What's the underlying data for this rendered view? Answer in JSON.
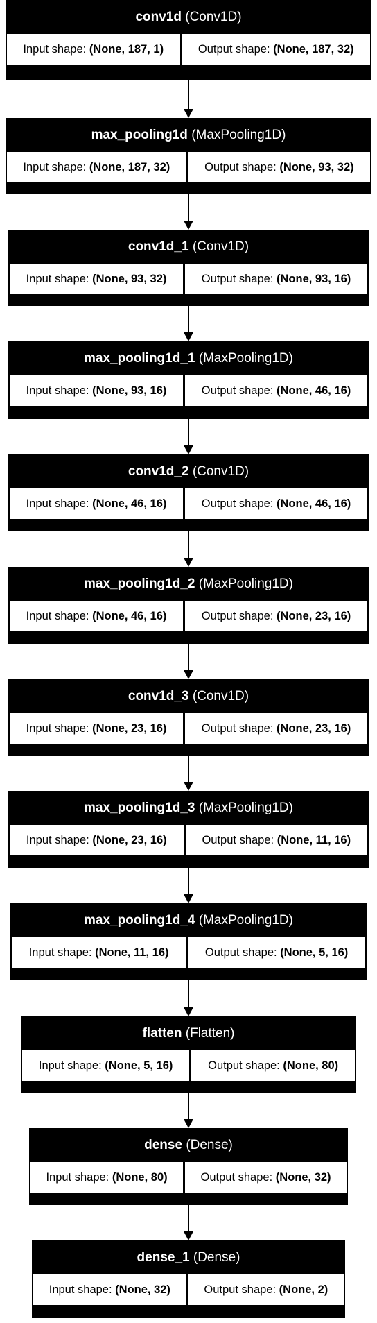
{
  "layers": [
    {
      "name": "conv1d",
      "type": "(Conv1D)",
      "input_label": "Input shape:",
      "input_shape": "(None, 187, 1)",
      "output_label": "Output shape:",
      "output_shape": "(None, 187, 32)"
    },
    {
      "name": "max_pooling1d",
      "type": "(MaxPooling1D)",
      "input_label": "Input shape:",
      "input_shape": "(None, 187, 32)",
      "output_label": "Output shape:",
      "output_shape": "(None, 93, 32)"
    },
    {
      "name": "conv1d_1",
      "type": "(Conv1D)",
      "input_label": "Input shape:",
      "input_shape": "(None, 93, 32)",
      "output_label": "Output shape:",
      "output_shape": "(None, 93, 16)"
    },
    {
      "name": "max_pooling1d_1",
      "type": "(MaxPooling1D)",
      "input_label": "Input shape:",
      "input_shape": "(None, 93, 16)",
      "output_label": "Output shape:",
      "output_shape": "(None, 46, 16)"
    },
    {
      "name": "conv1d_2",
      "type": "(Conv1D)",
      "input_label": "Input shape:",
      "input_shape": "(None, 46, 16)",
      "output_label": "Output shape:",
      "output_shape": "(None, 46, 16)"
    },
    {
      "name": "max_pooling1d_2",
      "type": "(MaxPooling1D)",
      "input_label": "Input shape:",
      "input_shape": "(None, 46, 16)",
      "output_label": "Output shape:",
      "output_shape": "(None, 23, 16)"
    },
    {
      "name": "conv1d_3",
      "type": "(Conv1D)",
      "input_label": "Input shape:",
      "input_shape": "(None, 23, 16)",
      "output_label": "Output shape:",
      "output_shape": "(None, 23, 16)"
    },
    {
      "name": "max_pooling1d_3",
      "type": "(MaxPooling1D)",
      "input_label": "Input shape:",
      "input_shape": "(None, 23, 16)",
      "output_label": "Output shape:",
      "output_shape": "(None, 11, 16)"
    },
    {
      "name": "max_pooling1d_4",
      "type": "(MaxPooling1D)",
      "input_label": "Input shape:",
      "input_shape": "(None, 11, 16)",
      "output_label": "Output shape:",
      "output_shape": "(None, 5, 16)"
    },
    {
      "name": "flatten",
      "type": "(Flatten)",
      "input_label": "Input shape:",
      "input_shape": "(None, 5, 16)",
      "output_label": "Output shape:",
      "output_shape": "(None, 80)"
    },
    {
      "name": "dense",
      "type": "(Dense)",
      "input_label": "Input shape:",
      "input_shape": "(None, 80)",
      "output_label": "Output shape:",
      "output_shape": "(None, 32)"
    },
    {
      "name": "dense_1",
      "type": "(Dense)",
      "input_label": "Input shape:",
      "input_shape": "(None, 32)",
      "output_label": "Output shape:",
      "output_shape": "(None, 2)"
    }
  ]
}
